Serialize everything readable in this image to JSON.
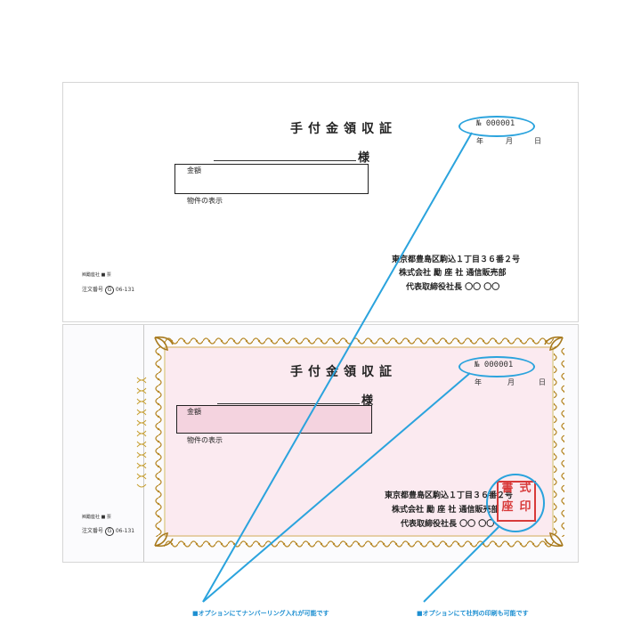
{
  "receipt_top": {
    "title": "手付金領収証",
    "number": "№ 000001",
    "year": "年",
    "month": "月",
    "day": "日",
    "honorific": "様",
    "amount_label": "金額",
    "property_label": "物件の表示",
    "address": "東京都豊島区駒込１丁目３６番２号",
    "company": "株式会社 勵 座 社 通信販売部",
    "representative": "代表取締役社長 〇〇 〇〇",
    "issuer": "㈱勵座社 ■ 票",
    "order_label": "注文番号",
    "order_badge": "G",
    "order_number": "06-131"
  },
  "receipt_bottom": {
    "title": "手付金領収証",
    "number": "№ 000001",
    "year": "年",
    "month": "月",
    "day": "日",
    "honorific": "様",
    "amount_label": "金額",
    "property_label": "物件の表示",
    "address": "東京都豊島区駒込１丁目３６番２号",
    "company": "株式会社 勵 座 社 通信販売部",
    "representative": "代表取締役社長 〇〇 〇〇",
    "issuer": "㈱勵座社 ■ 票",
    "order_label": "注文番号",
    "order_badge": "G",
    "order_number": "06-131",
    "seal_chars": [
      "書",
      "式",
      "座",
      "印"
    ]
  },
  "captions": {
    "numbering": "■オプションにてナンバーリング入れが可能です",
    "company_seal": "■オプションにて社判の印刷も可能です"
  },
  "colors": {
    "callout": "#2aa3dd",
    "border_gold": "#b88a2a",
    "tint_pink": "#fbeaf0",
    "seal_red": "#d83a3a"
  }
}
